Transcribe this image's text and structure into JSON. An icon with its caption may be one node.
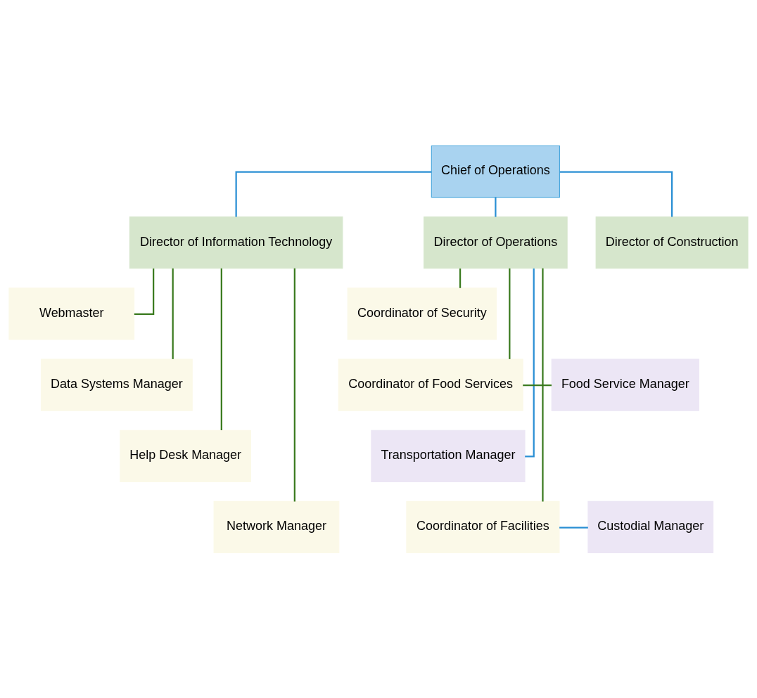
{
  "diagram": {
    "nodes": [
      {
        "text": [
          "Chief of Operations"
        ]
      },
      {
        "text": [
          "Director of Information Technology"
        ]
      },
      {
        "text": [
          "Director of Operations"
        ]
      },
      {
        "text": [
          "Director of Construction"
        ]
      },
      {
        "text": [
          "Webmaster"
        ]
      },
      {
        "text": [
          "Data Systems Manager"
        ]
      },
      {
        "text": [
          "Help Desk Manager"
        ]
      },
      {
        "text": [
          "Network Manager"
        ]
      },
      {
        "text": [
          "Coordinator of Security"
        ]
      },
      {
        "text": [
          "Coordinator of Food Services"
        ]
      },
      {
        "text": [
          "Food Service Manager"
        ]
      },
      {
        "text": [
          "Transportation Manager"
        ]
      },
      {
        "text": [
          "Coordinator of Facilities"
        ]
      },
      {
        "text": [
          "Custodial Manager"
        ]
      }
    ],
    "edges": [
      {
        "from": 0,
        "to": 1,
        "arrow": "none",
        "color": "#2a8fd4"
      },
      {
        "from": 0,
        "to": 2,
        "arrow": "none",
        "color": "#2a8fd4"
      },
      {
        "from": 0,
        "to": 3,
        "arrow": "none",
        "color": "#2a8fd4"
      },
      {
        "from": 1,
        "to": 4,
        "arrow": "none"
      },
      {
        "from": 1,
        "to": 5,
        "arrow": "none"
      },
      {
        "from": 1,
        "to": 6,
        "arrow": "none"
      },
      {
        "from": 1,
        "to": 7,
        "arrow": "none"
      },
      {
        "from": 2,
        "to": 8,
        "arrow": "none"
      },
      {
        "from": 2,
        "to": 9,
        "arrow": "none"
      },
      {
        "from": 9,
        "to": 10,
        "arrow": "none"
      },
      {
        "from": 2,
        "to": 11,
        "arrow": "none",
        "color": "#2a8fd4"
      },
      {
        "from": 2,
        "to": 12,
        "arrow": "none"
      },
      {
        "from": 12,
        "to": 13,
        "arrow": "none",
        "color": "#2a8fd4"
      }
    ]
  }
}
